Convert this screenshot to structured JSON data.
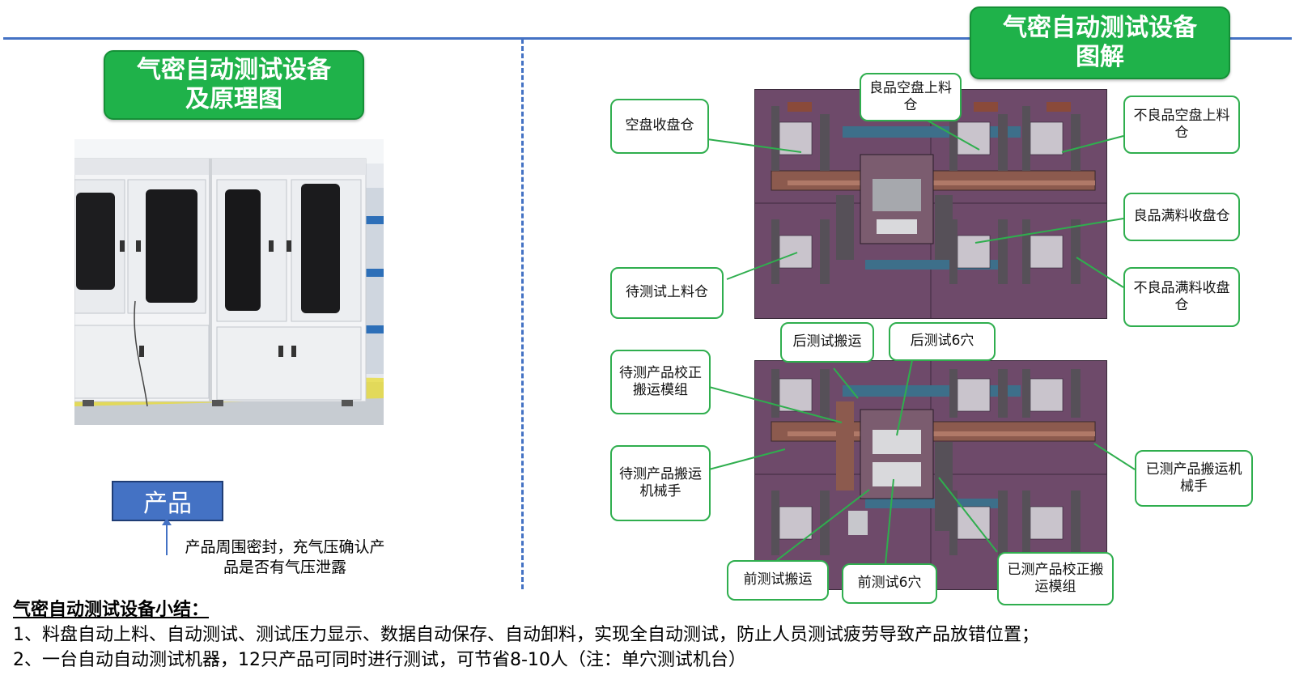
{
  "left_title": [
    "气密自动测试设备",
    "及原理图"
  ],
  "right_title": [
    "气密自动测试设备",
    "图解"
  ],
  "product_label": "产品",
  "product_note": "产品周围密封，充气压确认产品是否有气压泄露",
  "callouts": {
    "empty_tray_recv": "空盘收盘仓",
    "good_empty_load": "良品空盘上料仓",
    "ng_empty_load": "不良品空盘上料仓",
    "good_full_recv": "良品满料收盘仓",
    "pending_load": "待测试上料仓",
    "ng_full_recv": "不良品满料收盘仓",
    "rear_transfer": "后测试搬运",
    "rear_6": "后测试6穴",
    "pending_align": "待测产品校正搬运模组",
    "pending_arm": "待测产品搬运机械手",
    "tested_arm": "已测产品搬运机械手",
    "front_transfer": "前测试搬运",
    "front_6": "前测试6穴",
    "tested_align": "已测产品校正搬运模组"
  },
  "summary": {
    "title": "气密自动测试设备小结：",
    "line1": "1、料盘自动上料、自动测试、测试压力显示、数据自动保存、自动卸料，实现全自动测试，防止人员测试疲劳导致产品放错位置；",
    "line2": "2、一台自动自动测试机器，12只产品可同时进行测试，可节省8-10人（注：单穴测试机台）"
  },
  "colors": {
    "accent_blue": "#4472c4",
    "title_green": "#1fb24a",
    "callout_border": "#2fae4e",
    "plate_purple": "#6e4a6a"
  }
}
